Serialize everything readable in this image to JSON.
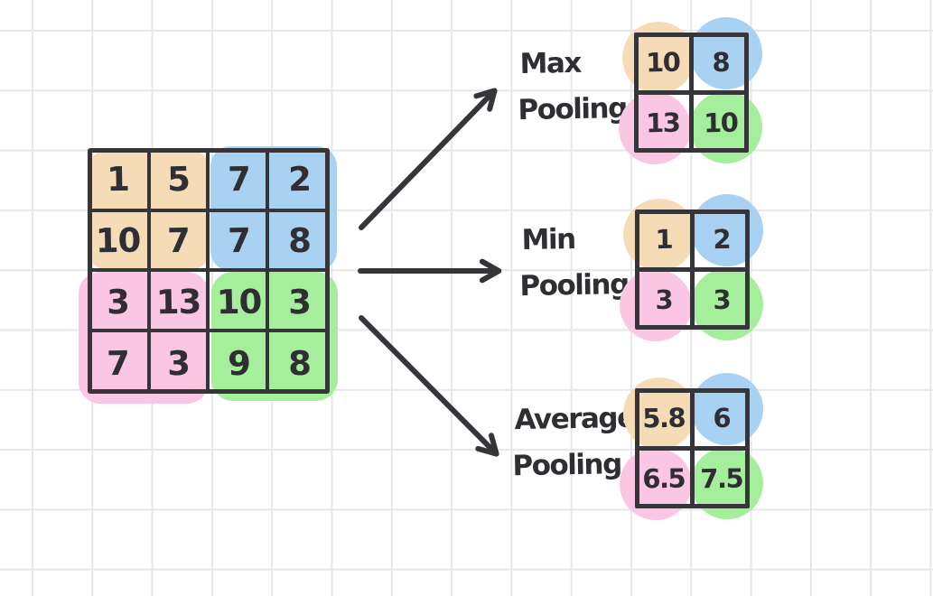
{
  "colors": {
    "quadrant_orange": "#f6dcb6",
    "quadrant_blue": "#a9d1f2",
    "quadrant_pink": "#fac6e4",
    "quadrant_green": "#a5ee9b",
    "ink": "#2f2f33",
    "grid_line": "#e7e7e9"
  },
  "input_matrix": {
    "rows": [
      [
        "1",
        "5",
        "7",
        "2"
      ],
      [
        "10",
        "7",
        "7",
        "8"
      ],
      [
        "3",
        "13",
        "10",
        "3"
      ],
      [
        "7",
        "3",
        "9",
        "8"
      ]
    ]
  },
  "outputs": [
    {
      "id": "max",
      "label_line1": "Max",
      "label_line2": "Pooling",
      "values": [
        [
          "10",
          "8"
        ],
        [
          "13",
          "10"
        ]
      ]
    },
    {
      "id": "min",
      "label_line1": "Min",
      "label_line2": "Pooling",
      "values": [
        [
          "1",
          "2"
        ],
        [
          "3",
          "3"
        ]
      ]
    },
    {
      "id": "average",
      "label_line1": "Average",
      "label_line2": "Pooling",
      "values": [
        [
          "5.8",
          "6"
        ],
        [
          "6.5",
          "7.5"
        ]
      ]
    }
  ],
  "icons": [
    {
      "name": "arrow-to-max-pooling",
      "glyph": "diagonal-up-right-arrow"
    },
    {
      "name": "arrow-to-min-pooling",
      "glyph": "horizontal-right-arrow"
    },
    {
      "name": "arrow-to-average-pooling",
      "glyph": "diagonal-down-right-arrow"
    }
  ]
}
